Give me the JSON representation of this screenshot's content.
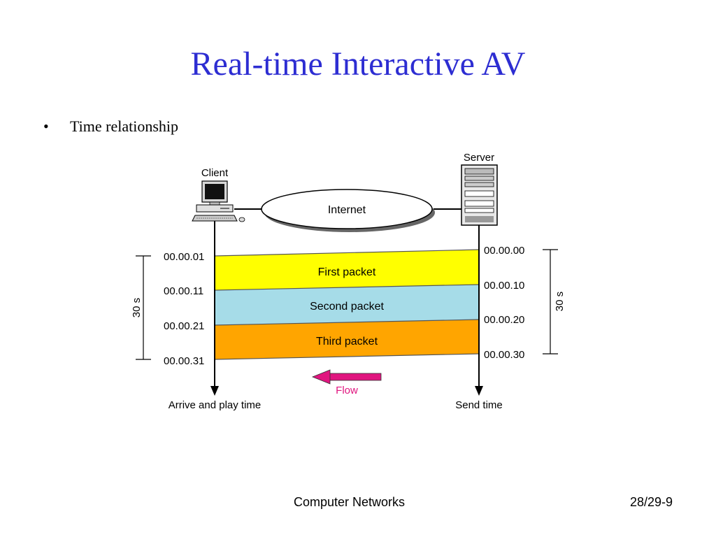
{
  "slide": {
    "title": "Real-time Interactive AV",
    "bullet": "Time relationship",
    "footer_center": "Computer Networks",
    "footer_right": "28/29-9"
  },
  "diagram": {
    "client_label": "Client",
    "server_label": "Server",
    "internet_label": "Internet",
    "packets": [
      {
        "label": "First packet",
        "color": "#ffff00"
      },
      {
        "label": "Second packet",
        "color": "#a6dce8"
      },
      {
        "label": "Third packet",
        "color": "#ffa500"
      }
    ],
    "arrive_times": [
      "00.00.01",
      "00.00.11",
      "00.00.21",
      "00.00.31"
    ],
    "send_times": [
      "00.00.00",
      "00.00.10",
      "00.00.20",
      "00.00.30"
    ],
    "left_span_label": "30 s",
    "right_span_label": "30 s",
    "flow_label": "Flow",
    "flow_color": "#e0157f",
    "left_axis_label": "Arrive and play time",
    "right_axis_label": "Send time"
  }
}
